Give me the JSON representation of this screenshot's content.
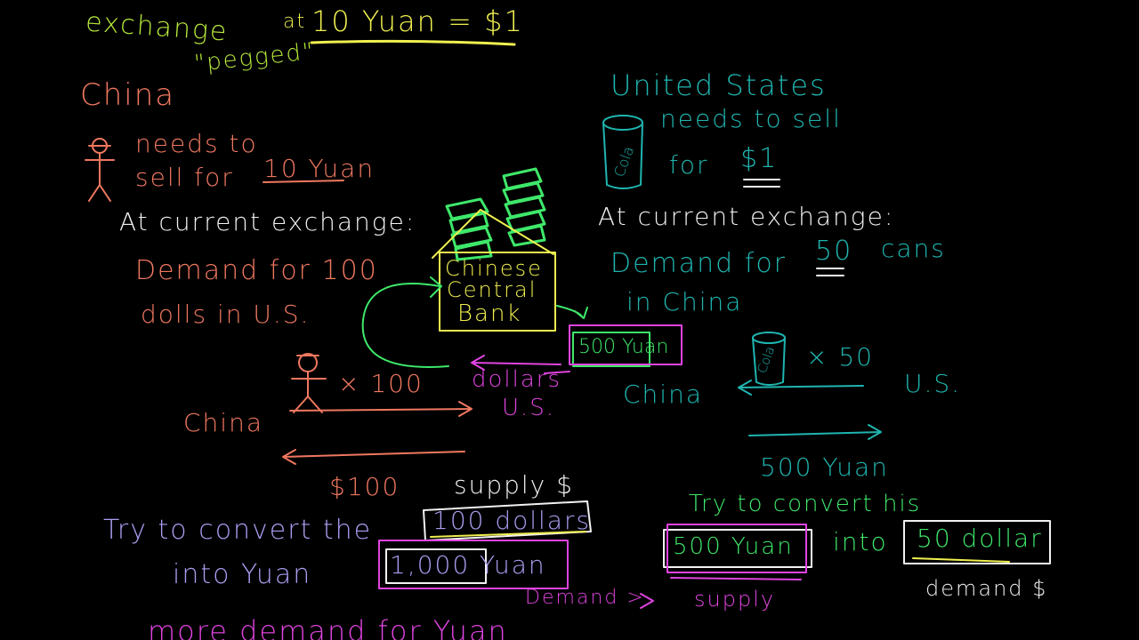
{
  "colors": {
    "lime": "#b8ea3c",
    "yellow": "#f0f050",
    "salmon": "#f07860",
    "teal": "#1fb5b0",
    "green": "#3ee86a",
    "magenta": "#e044e0",
    "violet": "#a89ef0",
    "white": "#f2f2f2"
  },
  "header": {
    "exchange": "exchange",
    "at": "at",
    "rate": "10 Yuan  =  $1",
    "pegged": "\"pegged\""
  },
  "china": {
    "title": "China",
    "needs": "needs to",
    "sell_for": "sell for",
    "price": "10 Yuan",
    "current": "At current exchange:",
    "demand_1": "Demand for 100",
    "demand_2": "dolls in U.S.",
    "times": "× 100",
    "label": "China",
    "hundred": "$100"
  },
  "usa": {
    "title": "United States",
    "needs": "needs to sell",
    "for": "for",
    "price": "$1",
    "current": "At current exchange:",
    "demand_1": "Demand for",
    "qty": "50",
    "demand_unit": "cans",
    "demand_2": "in China",
    "can_label": "Cola",
    "times": "× 50",
    "china": "China",
    "us": "U.S.",
    "yuan_flow": "500 Yuan"
  },
  "bank": {
    "line1": "Chinese",
    "line2": "Central",
    "line3": "Bank",
    "yuan_box": "500 Yuan"
  },
  "middle": {
    "dollars": "dollars",
    "us": "U.S.",
    "supply": "supply $"
  },
  "bottom": {
    "try_left": "Try to convert the",
    "hundred_dollars": "100 dollars",
    "into_yuan": "into Yuan",
    "thousand_yuan": "1,000 Yuan",
    "try_right": "Try to convert his",
    "five_hundred_yuan": "500 Yuan",
    "into": "into",
    "fifty_dollar": "50 dollar",
    "demand_dollar": "demand $",
    "demand_gt": "Demand >",
    "supply": "supply",
    "more_demand": "more demand for Yuan"
  }
}
